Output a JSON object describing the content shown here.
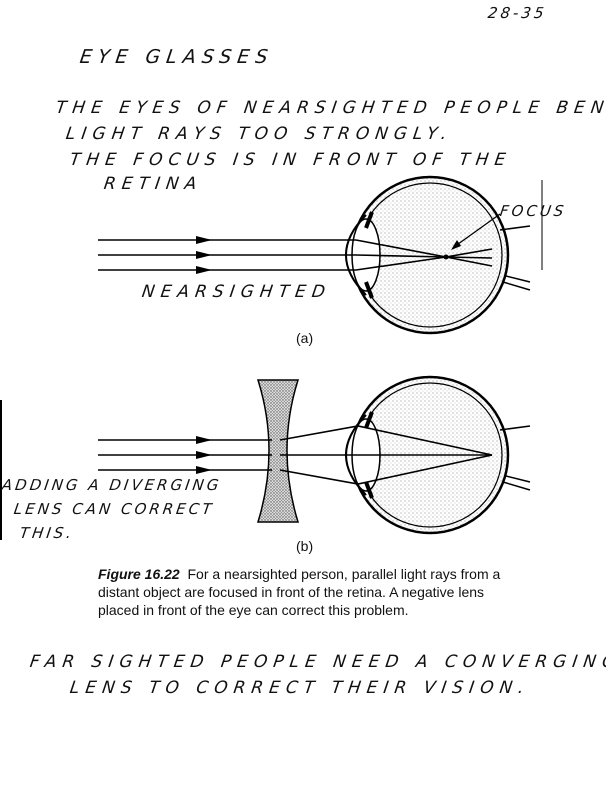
{
  "page_number": "28-35",
  "title": "EYE GLASSES",
  "notes": {
    "line1": "THE EYES OF NEARSIGHTED PEOPLE BEND",
    "line2": "LIGHT RAYS TOO STRONGLY.",
    "line3": "THE FOCUS IS IN FRONT OF THE",
    "line4": "RETINA"
  },
  "diagram_a": {
    "focus_label": "FOCUS",
    "eye_label": "NEARSIGHTED",
    "panel_label": "(a)"
  },
  "diagram_b": {
    "panel_label": "(b)",
    "note_line1": "ADDING A DIVERGING",
    "note_line2": "LENS CAN CORRECT",
    "note_line3": "THIS."
  },
  "caption": {
    "figure": "Figure 16.22",
    "text": "For a nearsighted person, parallel light rays from a distant object are focused in front of the retina. A negative lens placed in front of the eye can correct this problem."
  },
  "footer_note": {
    "line1": "FAR SIGHTED PEOPLE NEED A CONVERGING",
    "line2": "LENS TO CORRECT THEIR VISION."
  }
}
